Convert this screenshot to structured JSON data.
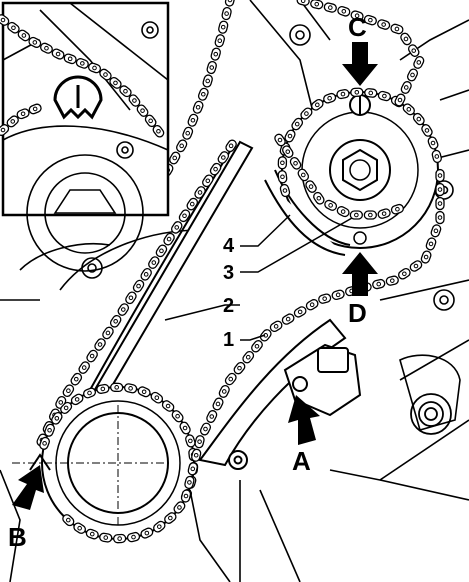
{
  "diagram": {
    "callouts": {
      "n1": "1",
      "n2": "2",
      "n3": "3",
      "n4": "4",
      "a": "A",
      "b": "B",
      "c": "C",
      "d": "D"
    },
    "colors": {
      "ink": "#000000",
      "paper": "#ffffff"
    }
  }
}
